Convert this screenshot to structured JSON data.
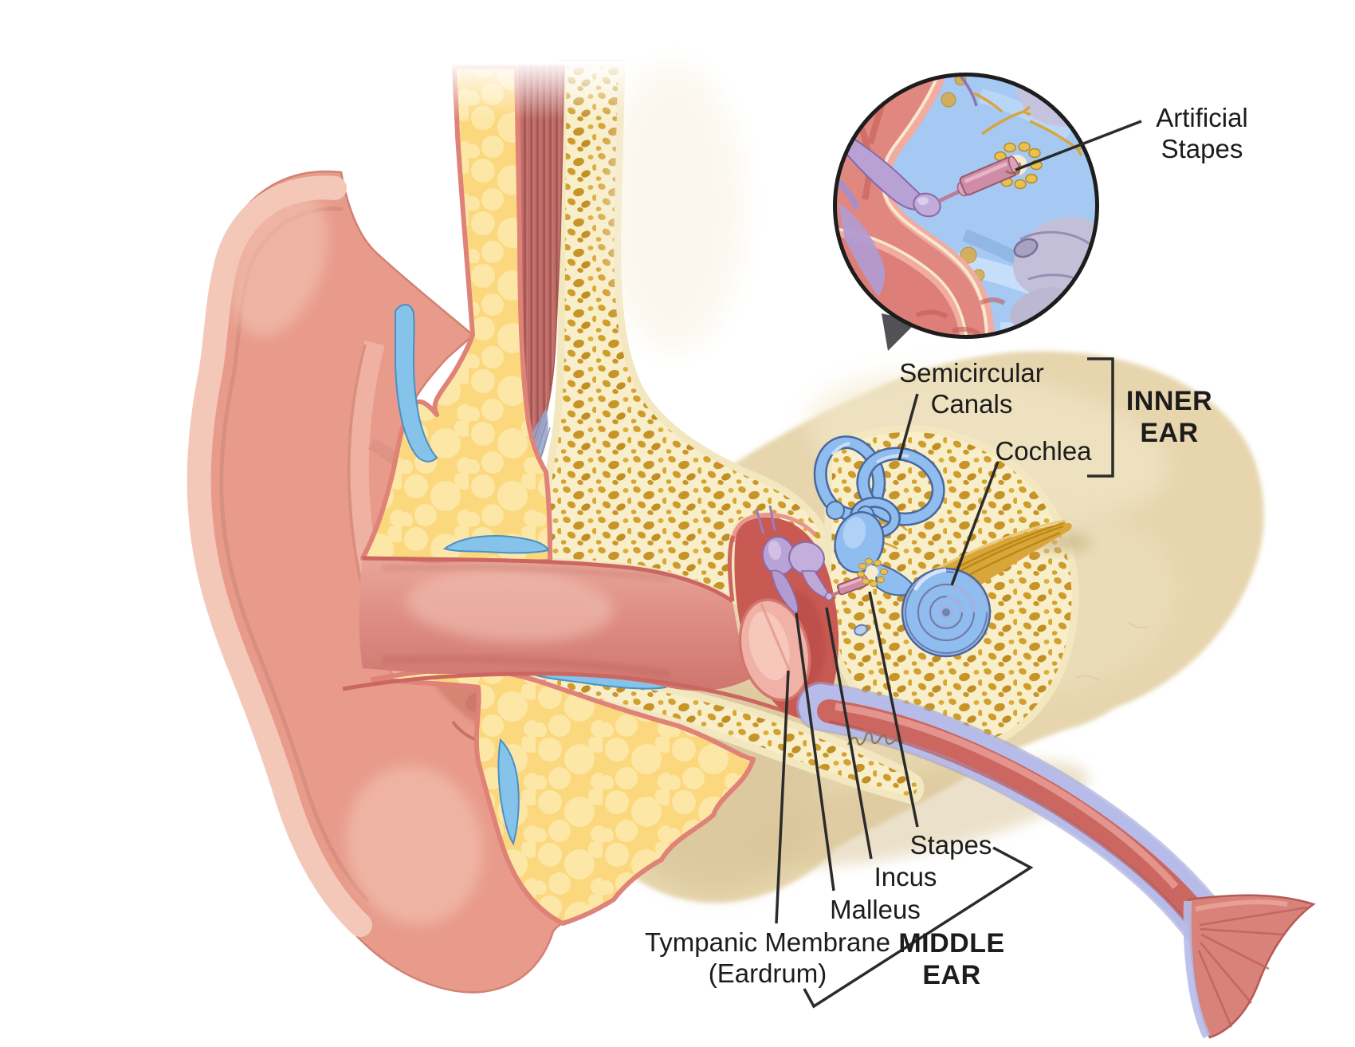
{
  "labels": {
    "artificial_stapes": "Artificial\nStapes",
    "semicircular_canals": "Semicircular\nCanals",
    "cochlea": "Cochlea",
    "inner_ear": "INNER\nEAR",
    "stapes": "Stapes",
    "incus": "Incus",
    "malleus": "Malleus",
    "tympanic_membrane": "Tympanic Membrane\n(Eardrum)",
    "middle_ear": "MIDDLE\nEAR"
  },
  "colors": {
    "background": "#ffffff",
    "label_text": "#1c1c1c",
    "leader_line": "#2b2b2b",
    "skin": "#e89b8b",
    "skin_highlight": "#f4c8b8",
    "fat": "#fbd87d",
    "fat_rim": "#df8278",
    "cartilage_blue": "#85c3ea",
    "stippled_bone": "#f8eeca",
    "bone_speckle": "#c79428",
    "solid_bone": "#e6d5ad",
    "muscle": "#bd6b67",
    "ear_canal": "#e09086",
    "middle_ear_cavity": "#c95a53",
    "eardrum": "#f0b2a6",
    "ossicle_purple": "#b7a1d5",
    "prosthesis_pink": "#cf8ca6",
    "oval_window_gold": "#e9c152",
    "inner_ear_blue": "#8fbdf0",
    "cochlea_lavender": "#a2b2e0",
    "nerve_gold": "#d9a63c",
    "eustachian_outer": "#b6bbe9",
    "eustachian_core": "#cc6660",
    "inset_ring": "#1d1d1d",
    "pointer_gray": "#515156"
  }
}
